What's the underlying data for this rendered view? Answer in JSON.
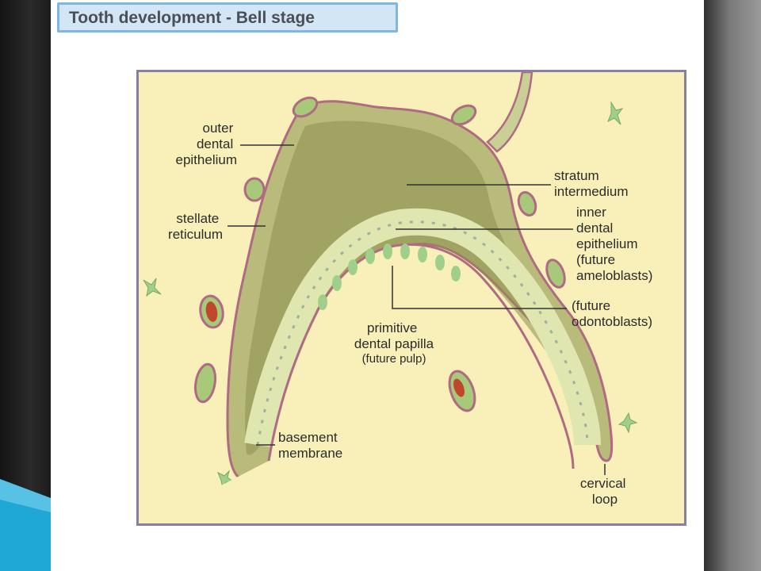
{
  "title": "Tooth development - Bell stage",
  "labels": {
    "outer_dental_epithelium": [
      "outer",
      "dental",
      "epithelium"
    ],
    "stellate_reticulum": [
      "stellate",
      "reticulum"
    ],
    "stratum_intermedium": [
      "stratum",
      "intermedium"
    ],
    "inner_dental_epithelium": [
      "inner",
      "dental",
      "epithelium",
      "(future",
      "ameloblasts)"
    ],
    "future_odontoblasts": [
      "(future",
      "odontoblasts)"
    ],
    "primitive_dental_papilla": [
      "primitive",
      "dental papilla"
    ],
    "future_pulp": "(future pulp)",
    "basement_membrane": [
      "basement",
      "membrane"
    ],
    "cervical_loop": [
      "cervical",
      "loop"
    ]
  },
  "colors": {
    "background_tissue": "#f8f0b8",
    "enamel_organ": "#b8b97a",
    "membrane": "#b06a82",
    "papilla_cells": "#8fc07a",
    "title_fill": "#d2e6f6",
    "title_border": "#7fb6e2"
  }
}
